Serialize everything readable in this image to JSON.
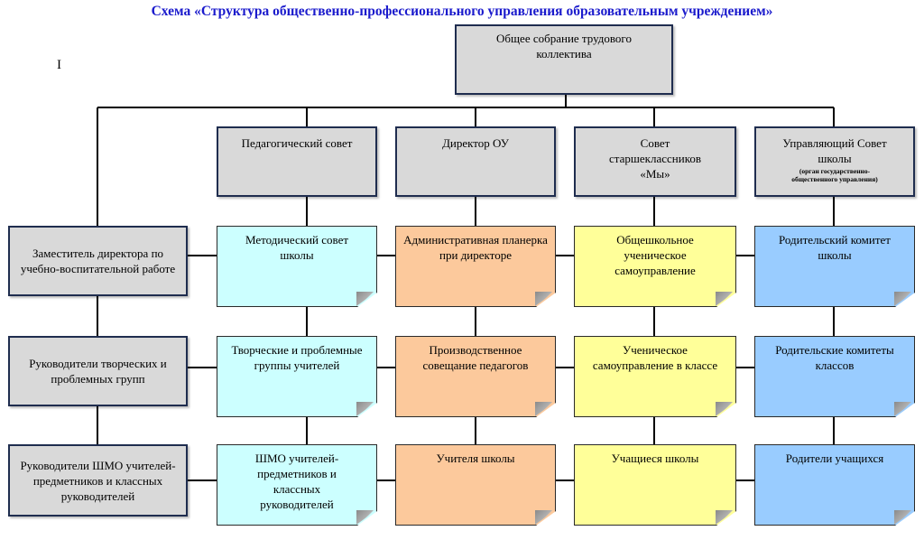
{
  "title": "Схема «Структура общественно-профессионального управления образовательным учреждением»",
  "caret": "I",
  "colors": {
    "title": "#1a1acc",
    "border": "#1f2d4f",
    "gray": "#d9d9d9",
    "cyan": "#ccffff",
    "orange": "#fcc99c",
    "yellow": "#ffff99",
    "blue": "#99ccff"
  },
  "nodes": {
    "general_meeting": "Общее собрание трудового коллектива",
    "ped_council": "Педагогический совет",
    "director": "Директор ОУ",
    "senior_council": "Совет старшеклассников «Мы»",
    "managing_council": "Управляющий Совет школы",
    "managing_council_note": "(орган государственно-общественного управления)",
    "deputy_director": "Заместитель директора по учебно-воспитательной работе",
    "creative_group_heads": "Руководители творческих и проблемных групп",
    "shmo_heads": "Руководители ШМО учителей-предметников и классных руководителей",
    "method_council": "Методический совет школы",
    "creative_groups": "Творческие и проблемные группы учителей",
    "shmo_teachers": "ШМО учителей-предметников и классных руководителей",
    "admin_meeting": "Административная планерка при директоре",
    "production_meeting": "Производственное совещание педагогов",
    "teachers": "Учителя школы",
    "school_self_gov": "Общешкольное ученическое самоуправление",
    "class_self_gov": "Ученическое самоуправление в классе",
    "students": "Учащиеся школы",
    "parent_committee_school": "Родительский комитет школы",
    "parent_committees_classes": "Родительские комитеты классов",
    "parents": "Родители учащихся"
  }
}
